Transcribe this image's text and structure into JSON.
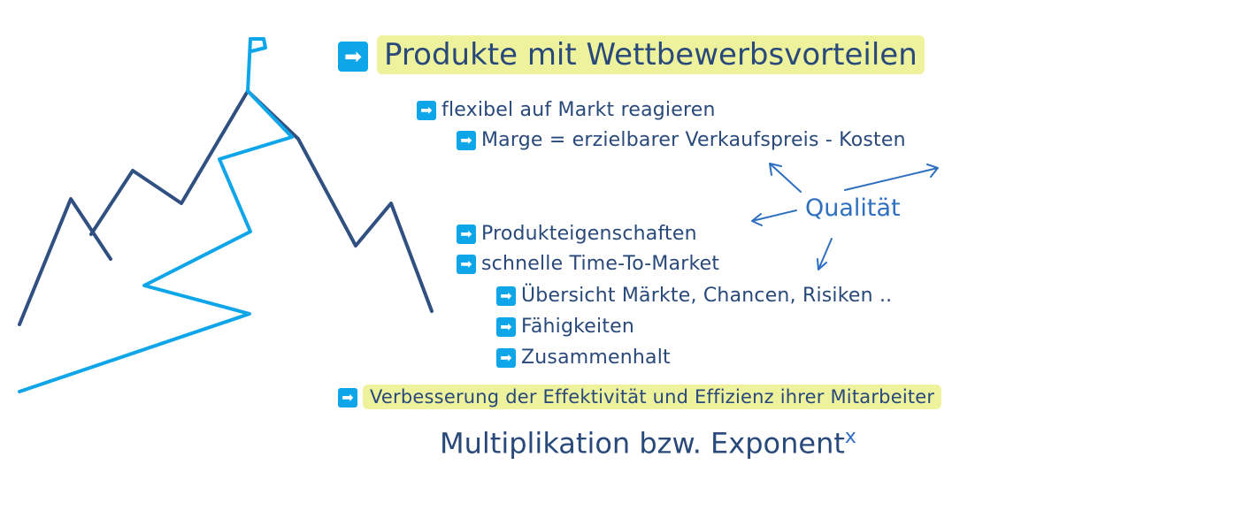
{
  "title": "Produkte mit Wettbewerbsvorteilen",
  "items": [
    "flexibel auf Markt reagieren",
    "Marge = erzielbarer Verkaufspreis - Kosten",
    "Produkteigenschaften",
    "schnelle Time-To-Market",
    "Übersicht Märkte, Chancen, Risiken ..",
    "Fähigkeiten",
    "Zusammenhalt"
  ],
  "quality_label": "Qualität",
  "bottom_item": "Verbesserung der Effektivität und Effizienz ihrer Mitarbeiter",
  "footer": "Multiplikation bzw. Exponent",
  "footer_sup": "x",
  "arrow_glyph": "➡",
  "colors": {
    "text": "#28497a",
    "accent": "#0ea5e9",
    "highlight": "#eef29c",
    "mountain": "#2f5080",
    "route": "#0ea5e9"
  }
}
